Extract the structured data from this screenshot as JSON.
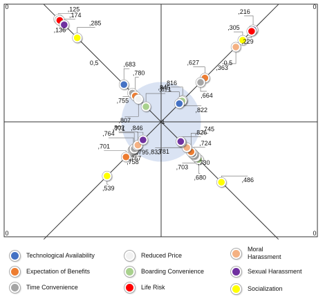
{
  "chart_data": {
    "type": "scatter",
    "quadrants": [
      {
        "id": "top-left",
        "points": [
          {
            "series": "Moral Harassment",
            "label": ",125",
            "value": 0.125
          },
          {
            "series": "Life Risk",
            "label": ",136",
            "value": 0.136
          },
          {
            "series": "Sexual Harassment",
            "label": ",174",
            "value": 0.174
          },
          {
            "series": "Socialization",
            "label": ",285",
            "value": 0.285
          },
          {
            "series": "Technological Availability",
            "label": ",683",
            "value": 0.683
          },
          {
            "series": "Time Convenience",
            "label": ",755",
            "value": 0.755
          },
          {
            "series": "Expectation of Benefits",
            "label": ",780",
            "value": 0.78
          },
          {
            "series": "Reduced Price",
            "label": ",807",
            "value": 0.807
          },
          {
            "series": "Boarding Convenience",
            "label": ",871",
            "value": 0.871
          }
        ]
      },
      {
        "id": "top-right",
        "points": [
          {
            "series": "Sexual Harassment",
            "label": ",216",
            "value": 0.216
          },
          {
            "series": "Life Risk",
            "label": ",229",
            "value": 0.229
          },
          {
            "series": "Socialization",
            "label": ",305",
            "value": 0.305
          },
          {
            "series": "Moral Harassment",
            "label": ",363",
            "value": 0.363
          },
          {
            "series": "Expectation of Benefits",
            "label": ",627",
            "value": 0.627
          },
          {
            "series": "Time Convenience",
            "label": ",664",
            "value": 0.664
          },
          {
            "series": "Reduced Price",
            "label": ",816",
            "value": 0.816
          },
          {
            "series": "Boarding Convenience",
            "label": ",822",
            "value": 0.822
          },
          {
            "series": "Technological Availability",
            "label": ",845",
            "value": 0.845
          }
        ]
      },
      {
        "id": "bottom-left",
        "points": [
          {
            "series": "Socialization",
            "label": ",539",
            "value": 0.539
          },
          {
            "series": "Expectation of Benefits",
            "label": ",701",
            "value": 0.701
          },
          {
            "series": "Life Risk",
            "label": ",758",
            "value": 0.758
          },
          {
            "series": "Technological Availability",
            "label": ",764",
            "value": 0.764
          },
          {
            "series": "Boarding Convenience",
            "label": ",767",
            "value": 0.767
          },
          {
            "series": "Time Convenience",
            "label": ",771",
            "value": 0.771
          },
          {
            "series": "Reduced Price",
            "label": ",795",
            "value": 0.795
          },
          {
            "series": "Moral Harassment",
            "label": ",802",
            "value": 0.802
          },
          {
            "series": "Sexual Harassment",
            "label": ",846",
            "value": 0.846
          }
        ]
      },
      {
        "id": "bottom-right",
        "points": [
          {
            "series": "Socialization",
            "label": ",486",
            "value": 0.486
          },
          {
            "series": "Boarding Convenience",
            "label": ",680",
            "value": 0.68
          },
          {
            "series": "Reduced Price",
            "label": ",703",
            "value": 0.703
          },
          {
            "series": "Technological Availability",
            "label": ",724",
            "value": 0.724
          },
          {
            "series": "Time Convenience",
            "label": ",730",
            "value": 0.73
          },
          {
            "series": "Expectation of Benefits",
            "label": ",745",
            "value": 0.745
          },
          {
            "series": "Moral Harassment",
            "label": ",781",
            "value": 0.781
          },
          {
            "series": "Life Risk",
            "label": ",826",
            "value": 0.826
          },
          {
            "series": "Sexual Harassment",
            "label": ",833",
            "value": 0.833
          }
        ]
      }
    ],
    "axis_ticks": {
      "center": "1",
      "mid": "0,5",
      "corner": "0"
    },
    "value_range": [
      0,
      1
    ],
    "center_region_radius_value": 0.5,
    "legend_placement": "bottom",
    "legend": [
      {
        "name": "Technological Availability",
        "color": "#4472C4"
      },
      {
        "name": "Reduced Price",
        "color": "#F2F2F2"
      },
      {
        "name": "Moral Harassment",
        "color": "#F4B183"
      },
      {
        "name": "Expectation of Benefits",
        "color": "#ED7D31"
      },
      {
        "name": "Boarding Convenience",
        "color": "#A9D18E"
      },
      {
        "name": "Sexual Harassment",
        "color": "#7030A0"
      },
      {
        "name": "Time Convenience",
        "color": "#A5A5A5"
      },
      {
        "name": "Life Risk",
        "color": "#FF0000"
      },
      {
        "name": "Socialization",
        "color": "#FFFF00"
      }
    ],
    "colors": {
      "center_region": "#DAE3F3",
      "axis": "#333333"
    }
  }
}
